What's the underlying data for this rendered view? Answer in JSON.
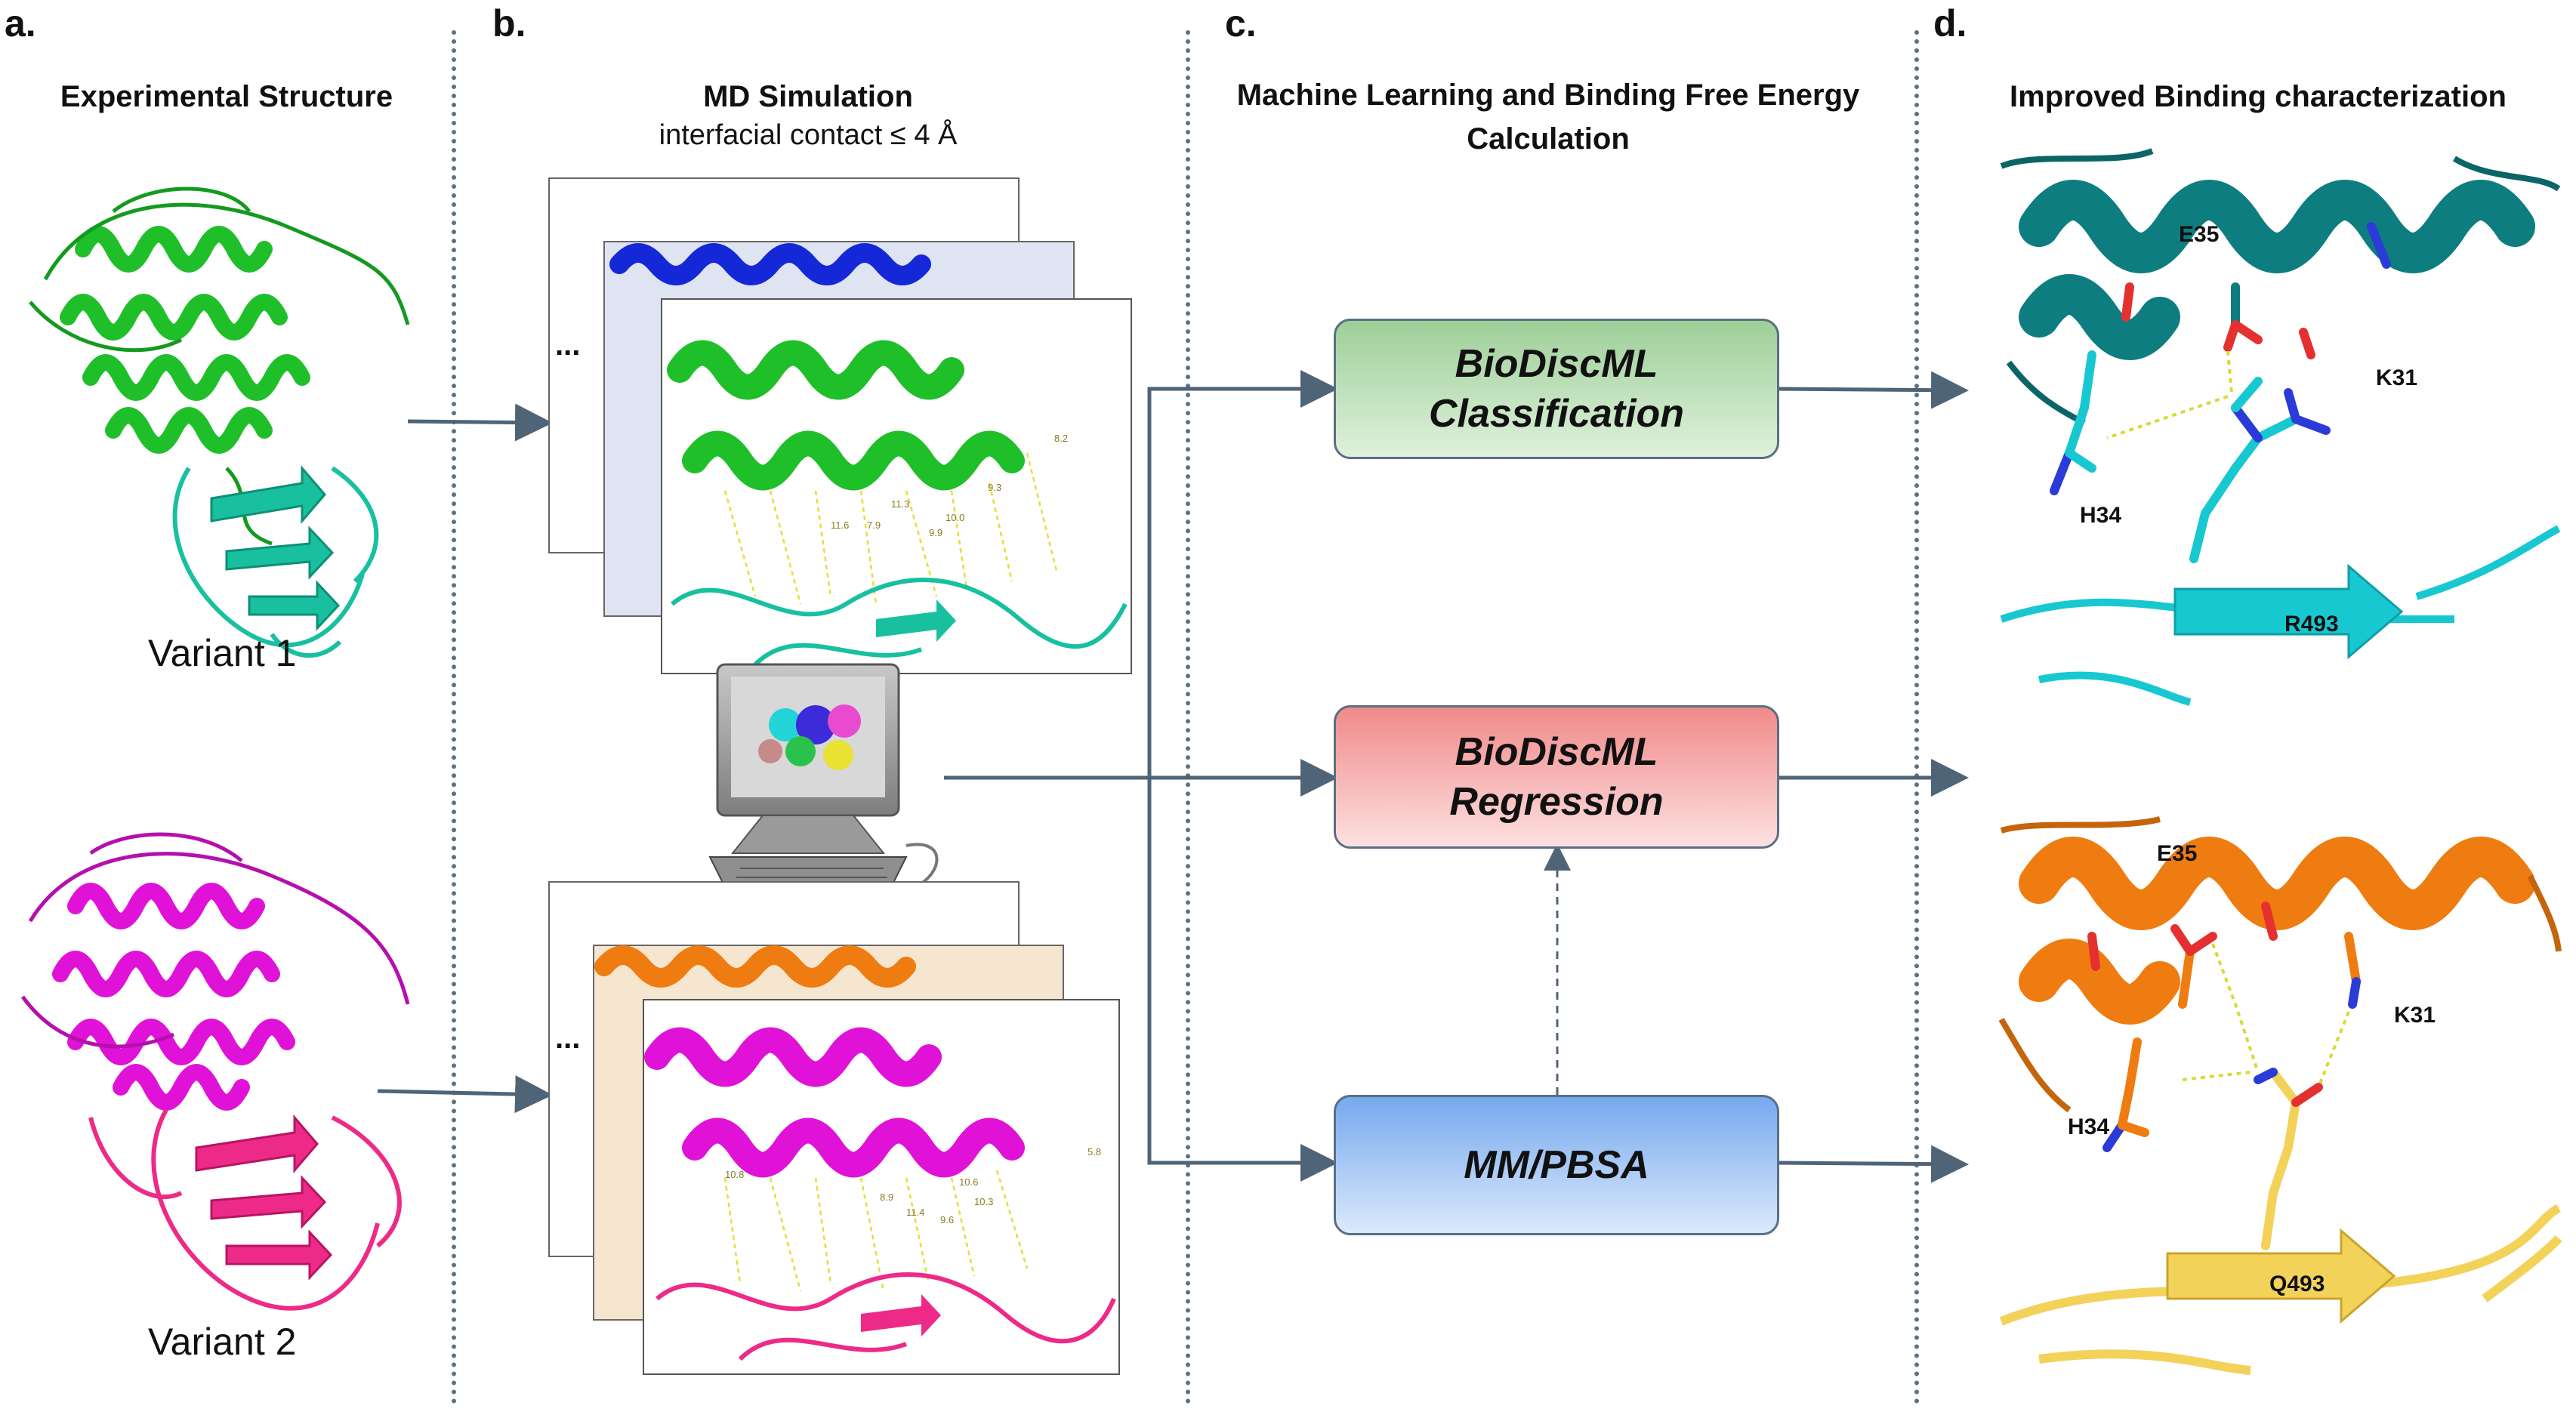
{
  "panels": {
    "a": {
      "letter": "a.",
      "title": "Experimental Structure",
      "variant1": "Variant 1",
      "variant2": "Variant 2"
    },
    "b": {
      "letter": "b.",
      "title": "MD Simulation",
      "subtitle": "interfacial contact ≤ 4 Å",
      "ellipsis": "..."
    },
    "c": {
      "letter": "c.",
      "title_line1": "Machine Learning and Binding Free Energy",
      "title_line2": "Calculation"
    },
    "d": {
      "letter": "d.",
      "title": "Improved Binding characterization"
    }
  },
  "boxes": {
    "classification": {
      "line1": "BioDiscML",
      "line2": "Classification"
    },
    "regression": {
      "line1": "BioDiscML",
      "line2": "Regression"
    },
    "mmpbsa": {
      "line1": "MM/PBSA"
    }
  },
  "top_structure_labels": {
    "e35": "E35",
    "k31": "K31",
    "h34": "H34",
    "r493": "R493"
  },
  "bottom_structure_labels": {
    "e35": "E35",
    "k31": "K31",
    "h34": "H34",
    "q493": "Q493"
  },
  "contact_labels": [
    "11.3",
    "7.9",
    "11.6",
    "9.9",
    "10.0",
    "8.2",
    "9.3",
    "10.8",
    "9.6",
    "11.4",
    "10.3",
    "10.6",
    "8.9",
    "5.8"
  ],
  "colors": {
    "variant1_helix": "#1fbf2a",
    "variant1_sheet": "#18c0a0",
    "variant2_helix": "#e012d8",
    "variant2_sheet": "#ee2a88",
    "top_helix": "#0e7d80",
    "top_partner": "#18c8d0",
    "bottom_helix": "#ef7c10",
    "bottom_partner": "#f3d25a",
    "arrow": "#4f6477",
    "divider": "#5b7286"
  }
}
